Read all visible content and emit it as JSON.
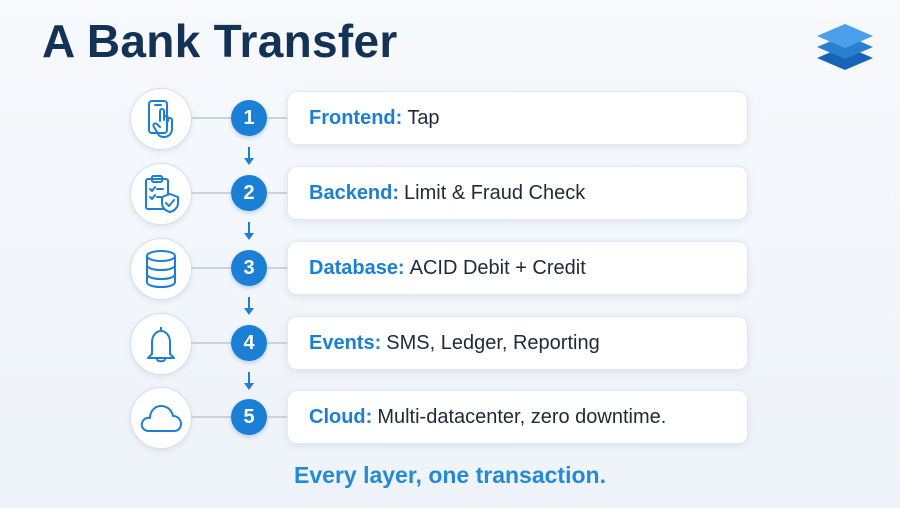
{
  "title": "A Bank Transfer",
  "logo_icon": "layers-stack-icon",
  "accent_color": "#1c7fd6",
  "title_color": "#133356",
  "steps": [
    {
      "number": "1",
      "label": "Frontend:",
      "text": "Tap",
      "icon": "phone-tap-icon"
    },
    {
      "number": "2",
      "label": "Backend:",
      "text": "Limit & Fraud Check",
      "icon": "checklist-shield-icon"
    },
    {
      "number": "3",
      "label": "Database:",
      "text": "ACID Debit + Credit",
      "icon": "database-icon"
    },
    {
      "number": "4",
      "label": "Events:",
      "text": "SMS, Ledger, Reporting",
      "icon": "bell-icon"
    },
    {
      "number": "5",
      "label": "Cloud:",
      "text": "Multi-datacenter, zero downtime.",
      "icon": "cloud-icon"
    }
  ],
  "footer": "Every layer, one transaction."
}
